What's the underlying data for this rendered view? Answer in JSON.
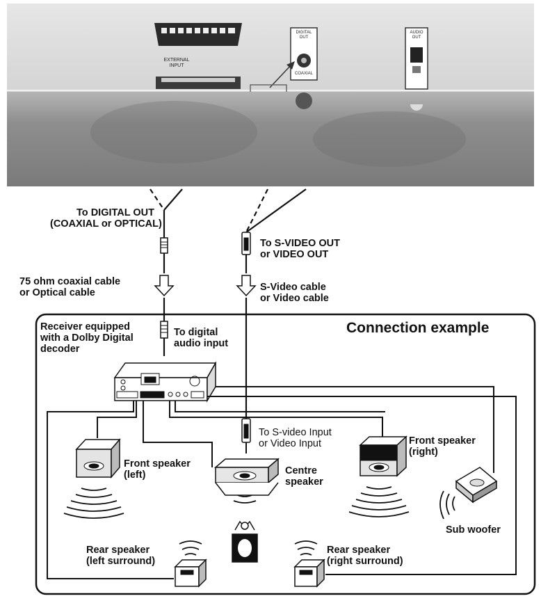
{
  "panel": {
    "external_input": [
      "EXTERNAL",
      "INPUT"
    ],
    "digital_out": [
      "DIGITAL",
      "OUT"
    ],
    "coaxial": "COAXIAL",
    "audio_out": [
      "AUDIO",
      "OUT"
    ]
  },
  "labels": {
    "to_digital_out": [
      "To DIGITAL OUT",
      "(COAXIAL or OPTICAL)"
    ],
    "coax_cable": [
      "75 ohm coaxial cable",
      "or Optical cable"
    ],
    "to_svideo_out": [
      "To S-VIDEO OUT",
      "or VIDEO OUT"
    ],
    "svideo_cable": [
      "S-Video cable",
      "or Video cable"
    ],
    "receiver": [
      "Receiver equipped",
      "with a Dolby Digital",
      "decoder"
    ],
    "to_digital_audio": [
      "To digital",
      "audio input"
    ],
    "to_svideo_input": [
      "To S-video Input",
      "or Video Input"
    ],
    "front_left": [
      "Front speaker",
      "(left)"
    ],
    "front_right": [
      "Front speaker",
      "(right)"
    ],
    "centre": [
      "Centre",
      "speaker"
    ],
    "sub": "Sub woofer",
    "rear_left": [
      "Rear speaker",
      "(left surround)"
    ],
    "rear_right": [
      "Rear speaker",
      "(right surround)"
    ]
  },
  "title": "Connection example"
}
